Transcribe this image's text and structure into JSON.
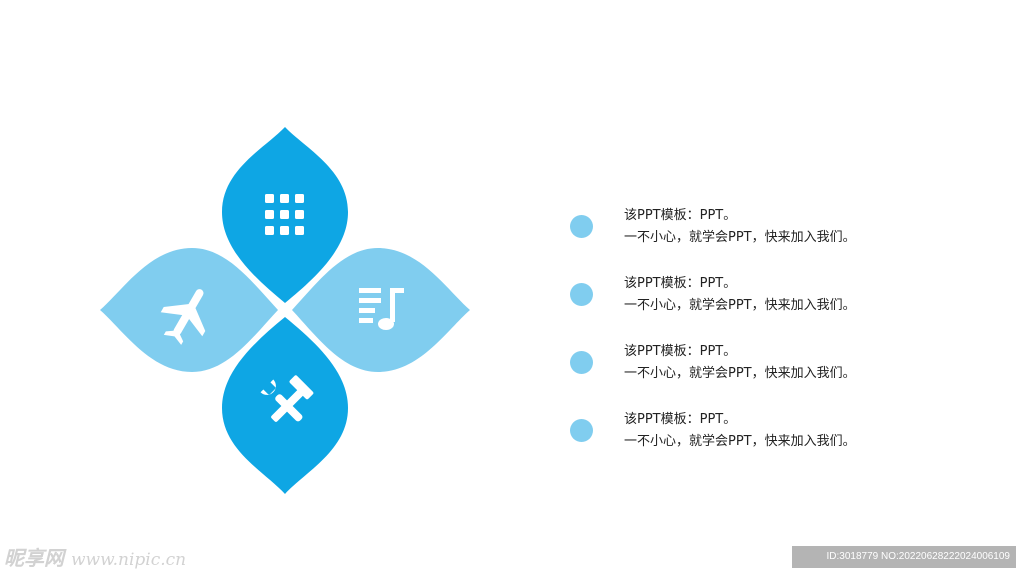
{
  "colors": {
    "petal_dark": "#0ea6e4",
    "petal_light": "#80cdef",
    "bullet": "#80cdef",
    "text": "#222222",
    "icon": "#ffffff"
  },
  "petals": [
    {
      "position": "top",
      "icon": "grid-icon",
      "tone": "dark"
    },
    {
      "position": "left",
      "icon": "airplane-icon",
      "tone": "light"
    },
    {
      "position": "right",
      "icon": "music-list-icon",
      "tone": "light"
    },
    {
      "position": "bottom",
      "icon": "tools-icon",
      "tone": "dark"
    }
  ],
  "items": [
    {
      "line1": "该PPT模板：PPT。",
      "line2": "一不小心，就学会PPT，快来加入我们。"
    },
    {
      "line1": "该PPT模板：PPT。",
      "line2": "一不小心，就学会PPT，快来加入我们。"
    },
    {
      "line1": "该PPT模板：PPT。",
      "line2": "一不小心，就学会PPT，快来加入我们。"
    },
    {
      "line1": "该PPT模板：PPT。",
      "line2": "一不小心，就学会PPT，快来加入我们。"
    }
  ],
  "watermark": {
    "brand": "昵享网",
    "url": "www.nipic.cn"
  },
  "image_id": "ID:3018779 NO:20220628222024006109"
}
